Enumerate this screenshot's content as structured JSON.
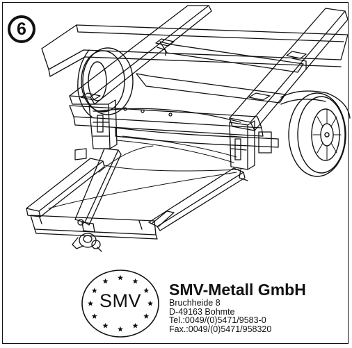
{
  "step": {
    "number": "6"
  },
  "drawing": {
    "icons": [
      "chassis-frame-drawing",
      "wheel-icon",
      "tow-hitch-icon"
    ]
  },
  "logo": {
    "text": "SMV",
    "icon": "eu-star-ring",
    "star_count": 12
  },
  "company": {
    "name": "SMV-Metall GmbH",
    "address_lines": [
      "Bruchheide 8",
      "D-49163 Bohmte",
      "Tel.:0049/(0)5471/9583-0",
      "Fax.:0049/(0)5471/958320"
    ]
  },
  "colors": {
    "ink": "#111111",
    "background": "#ffffff"
  }
}
